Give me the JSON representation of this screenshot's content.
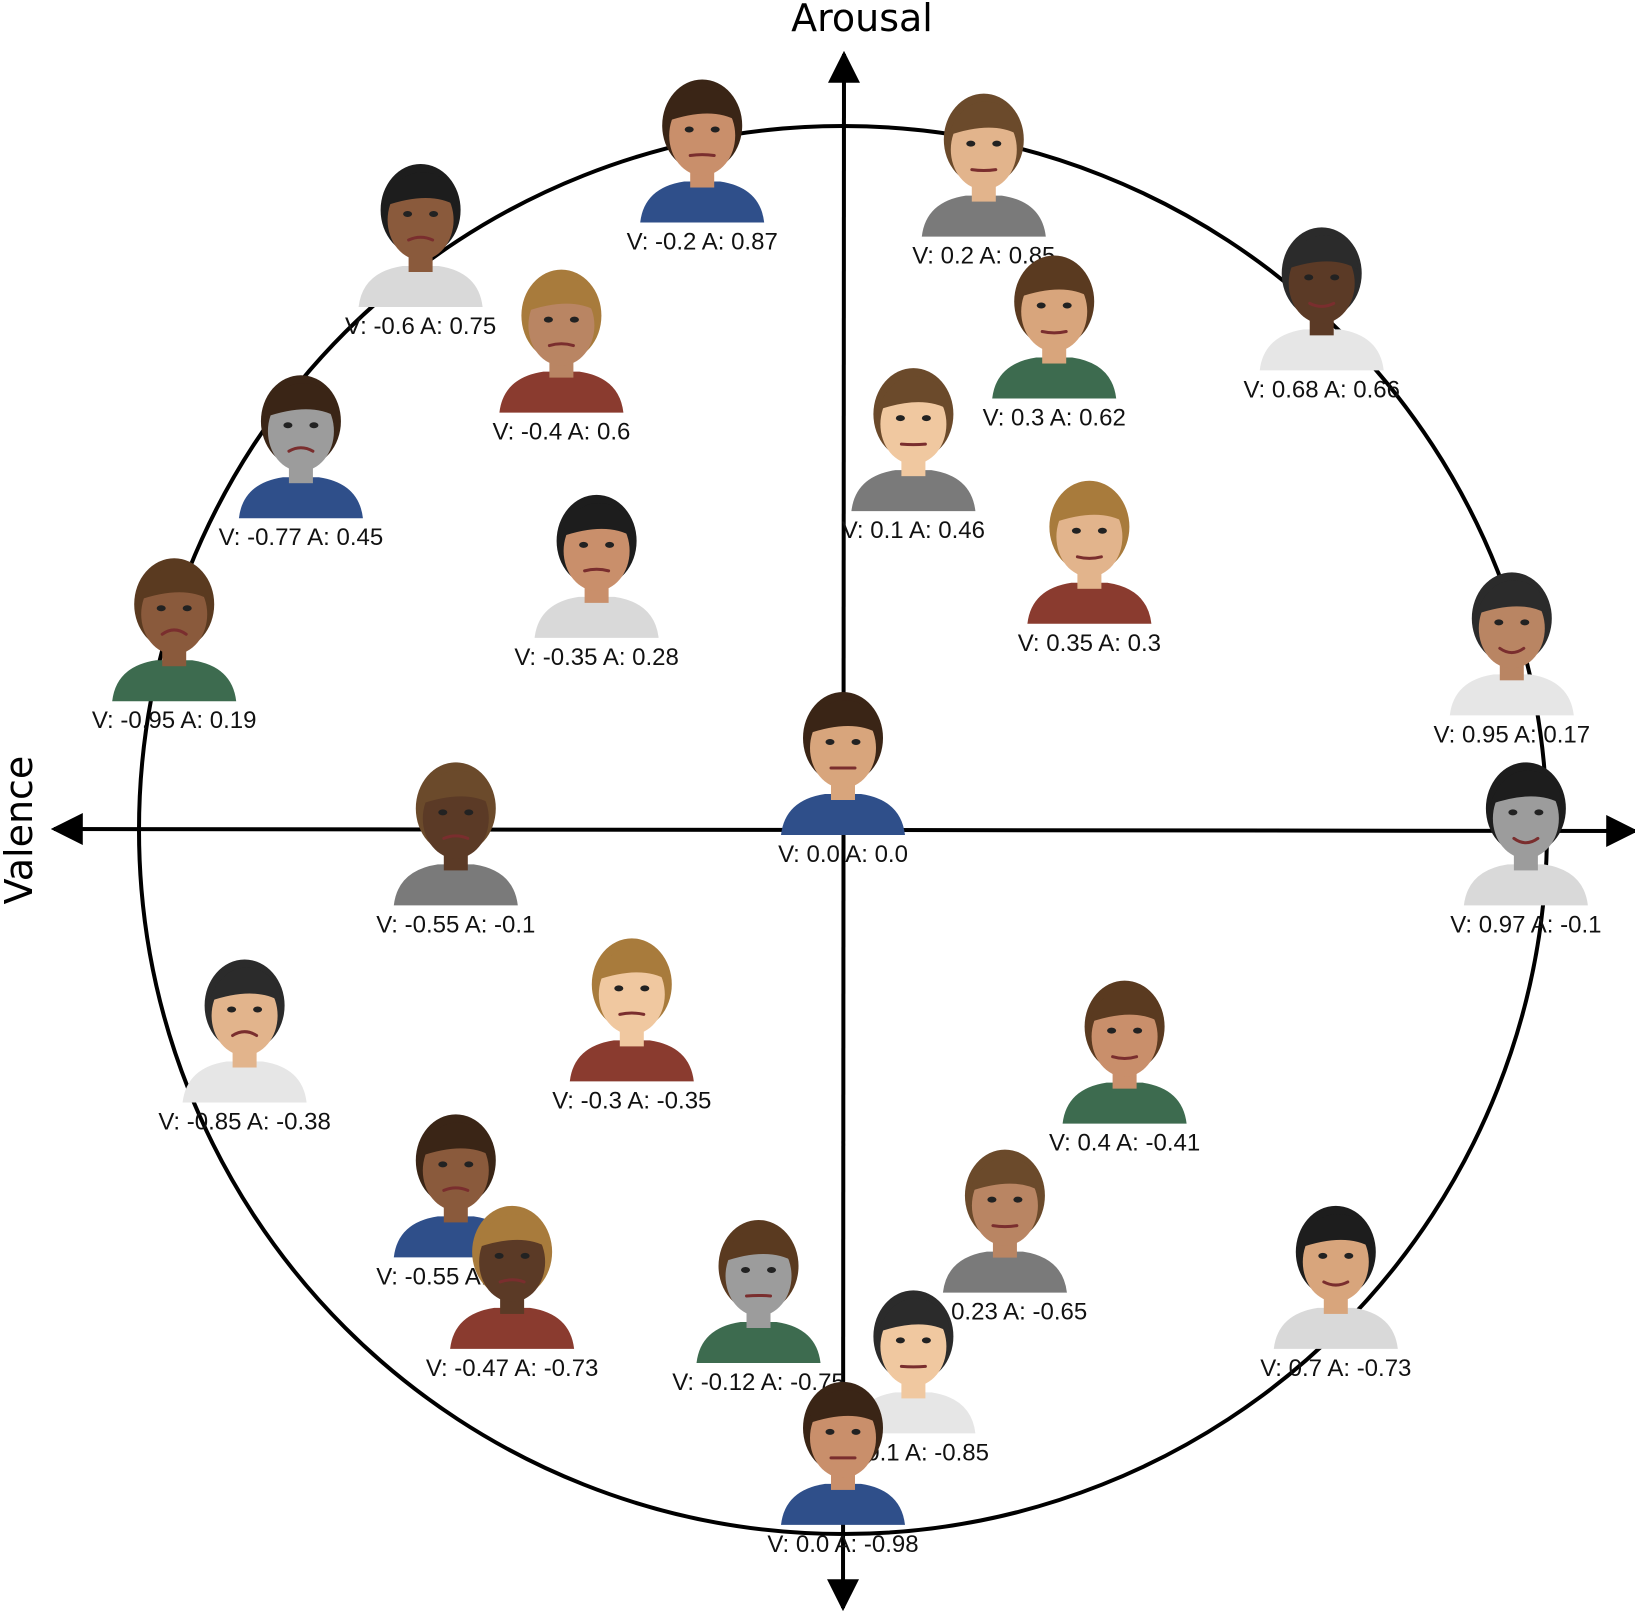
{
  "axes": {
    "vertical_title": "Arousal",
    "horizontal_title": "Valence"
  },
  "colors": {
    "axis": "#000000",
    "circle": "#000000",
    "label": "#111111",
    "faces": [
      "#c98f6b",
      "#e2b48c",
      "#8a5a3c",
      "#b98563",
      "#d8a57c",
      "#5b3a26",
      "#9c9c9c",
      "#f0c8a0"
    ]
  },
  "faces": [
    {
      "icon": "woman-surprised-face-icon",
      "label": "V: -0.2  A: 0.87",
      "v": -0.2,
      "a": 0.87
    },
    {
      "icon": "man-excited-face-icon",
      "label": "V: 0.2  A: 0.85",
      "v": 0.2,
      "a": 0.85
    },
    {
      "icon": "man-angry-face-icon",
      "label": "V: -0.6  A: 0.75",
      "v": -0.6,
      "a": 0.75
    },
    {
      "icon": "man-skeptical-face-icon",
      "label": "V: -0.4  A: 0.6",
      "v": -0.4,
      "a": 0.6
    },
    {
      "icon": "baby-curious-face-icon",
      "label": "V: 0.3  A: 0.62",
      "v": 0.3,
      "a": 0.62
    },
    {
      "icon": "woman-laughing-face-icon",
      "label": "V:  0.68  A: 0.66",
      "v": 0.68,
      "a": 0.66
    },
    {
      "icon": "old-man-annoyed-face-icon",
      "label": "V:  -0.77  A: 0.45",
      "v": -0.77,
      "a": 0.45
    },
    {
      "icon": "man-sunglasses-face-icon",
      "label": "V: 0.1  A: 0.46",
      "v": 0.1,
      "a": 0.46
    },
    {
      "icon": "man-worried-face-icon",
      "label": "V: -0.35  A: 0.28",
      "v": -0.35,
      "a": 0.28
    },
    {
      "icon": "woman-smiling-face-icon",
      "label": "V:  0.35  A: 0.3",
      "v": 0.35,
      "a": 0.3
    },
    {
      "icon": "child-crying-face-icon",
      "label": "V:  -0.95  A: 0.19",
      "v": -0.95,
      "a": 0.19
    },
    {
      "icon": "woman-beaming-face-icon",
      "label": "V: 0.95  A: 0.17",
      "v": 0.95,
      "a": 0.17
    },
    {
      "icon": "man-neutral-face-icon",
      "label": "V: 0.0  A: 0.0",
      "v": 0.0,
      "a": 0.0
    },
    {
      "icon": "man-sad-dark-face-icon",
      "label": "V: -0.55  A: -0.1",
      "v": -0.55,
      "a": -0.1
    },
    {
      "icon": "old-man-content-face-icon",
      "label": "V: 0.97  A: -0.1",
      "v": 0.97,
      "a": -0.1
    },
    {
      "icon": "man-tired-glasses-face-icon",
      "label": "V: -0.3  A: -0.35",
      "v": -0.3,
      "a": -0.35
    },
    {
      "icon": "woman-calm-face-icon",
      "label": "V: 0.4  A: -0.41",
      "v": 0.4,
      "a": -0.41
    },
    {
      "icon": "girl-crying-face-icon",
      "label": "V: -0.85  A: -0.38",
      "v": -0.85,
      "a": -0.38
    },
    {
      "icon": "man-downcast-face-icon",
      "label": "V: -0.55  A: -0.6",
      "v": -0.55,
      "a": -0.6
    },
    {
      "icon": "man-thinking-face-icon",
      "label": "V: 0.23  A: -0.65",
      "v": 0.23,
      "a": -0.65
    },
    {
      "icon": "man-relaxed-face-icon",
      "label": "V: 0.7  A: -0.73",
      "v": 0.7,
      "a": -0.73
    },
    {
      "icon": "woman-yawning-face-icon",
      "label": "V:  -0.47  A: -0.73",
      "v": -0.47,
      "a": -0.73
    },
    {
      "icon": "man-bored-face-icon",
      "label": "V: -0.12  A: -0.75",
      "v": -0.12,
      "a": -0.75
    },
    {
      "icon": "woman-serene-face-icon",
      "label": "V: 0.1  A: -0.85",
      "v": 0.1,
      "a": -0.85
    },
    {
      "icon": "man-sleepy-face-icon",
      "label": "V: 0.0  A: -0.98",
      "v": 0.0,
      "a": -0.98
    }
  ]
}
